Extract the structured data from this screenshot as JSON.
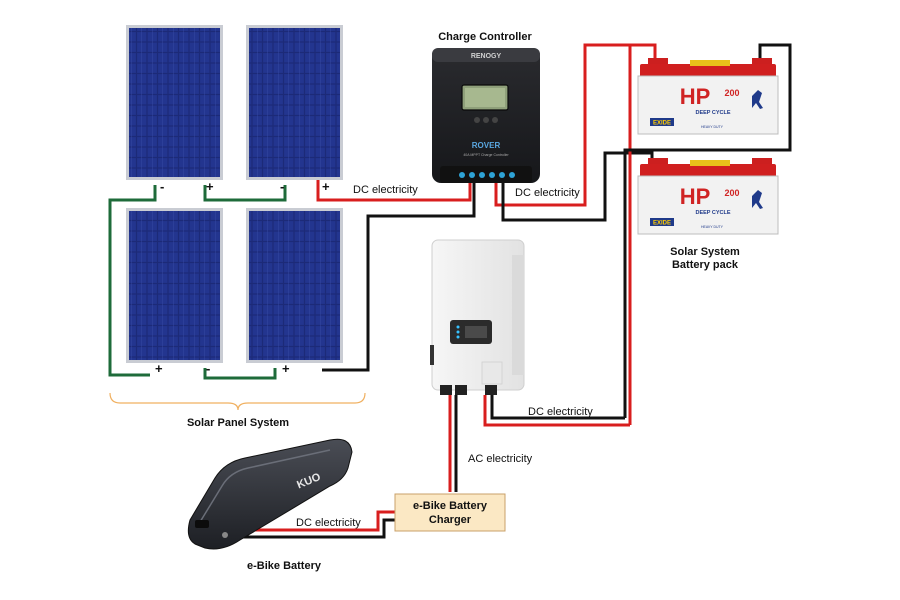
{
  "labels": {
    "charge_controller": "Charge Controller",
    "battery_pack_line1": "Solar System",
    "battery_pack_line2": "Battery pack",
    "panel_system": "Solar Panel System",
    "ebike_battery": "e-Bike Battery",
    "charger_line1": "e-Bike Battery",
    "charger_line2": "Charger",
    "dc_panel_to_controller": "DC electricity",
    "dc_controller_to_battery": "DC electricity",
    "dc_battery_to_inverter": "DC electricity",
    "ac_inverter_to_charger": "AC electricity",
    "dc_charger_to_ebike": "DC electricity"
  },
  "panel_terminals": {
    "p1_neg": "-",
    "p1_pos": "+",
    "p2_neg": "-",
    "p2_pos": "+",
    "p3_pos": "+",
    "p3_neg": "-",
    "p4_pos": "+",
    "p4_neg": "-"
  },
  "controller": {
    "brand": "RENOGY",
    "model": "ROVER",
    "subtitle": "40A MPPT Charge Controller"
  },
  "batteries": {
    "model": "HP",
    "capacity": "200",
    "type": "DEEP CYCLE",
    "maker": "EXIDE",
    "duty": "HEAVY DUTY"
  },
  "ebike": {
    "brand": "KUO"
  },
  "colors": {
    "wire_red": "#d81e1e",
    "wire_black": "#111111",
    "wire_green": "#1e6b3a",
    "panel_cell": "#1c2a78",
    "panel_frame": "#c9ccd3",
    "bracket": "#f0b060",
    "charger_fill": "#fbe8c4",
    "charger_border": "#c9a06a"
  }
}
